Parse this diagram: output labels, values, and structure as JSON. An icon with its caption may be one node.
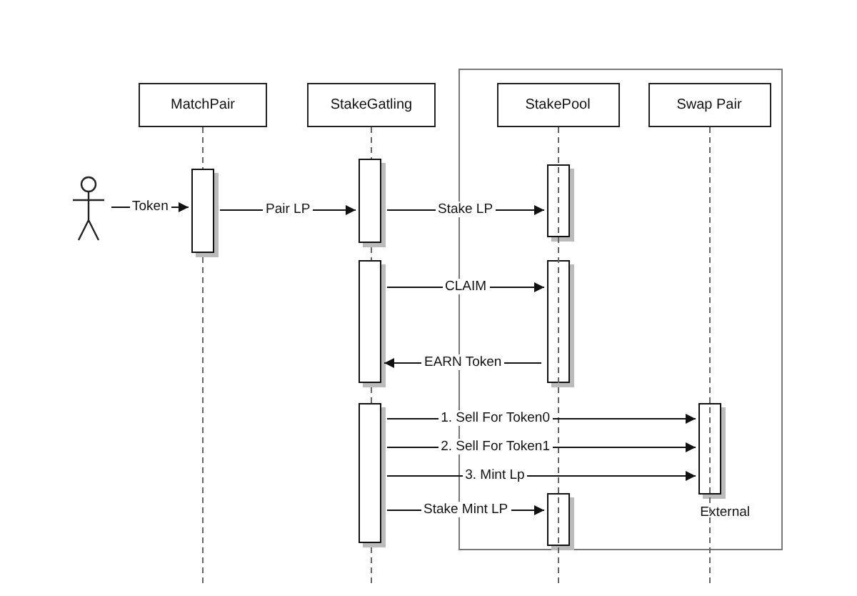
{
  "diagram": {
    "nodes": [
      {
        "text": [],
        "shape": "person"
      },
      {
        "text": [
          "MatchPair"
        ]
      },
      {
        "text": [
          "StakeGatling"
        ]
      },
      {
        "text": [
          "External"
        ]
      },
      {
        "text": [
          "StakePool"
        ],
        "in": 3
      },
      {
        "text": [
          "Swap Pair"
        ],
        "in": 3
      },
      {
        "text": [],
        "shape": "bar"
      },
      {
        "text": [],
        "shape": "bar"
      },
      {
        "text": [],
        "shape": "bar"
      },
      {
        "text": [],
        "shape": "bar"
      },
      {
        "text": [],
        "shape": "bar",
        "in": 3
      },
      {
        "text": [],
        "shape": "bar",
        "in": 3
      },
      {
        "text": [],
        "shape": "bar",
        "in": 3
      },
      {
        "text": [],
        "shape": "bar",
        "in": 3
      }
    ],
    "edges": [
      {
        "from": 0,
        "to": 6,
        "arrow": "to",
        "label": "Token"
      },
      {
        "from": 6,
        "to": 7,
        "arrow": "to",
        "label": "Pair LP"
      },
      {
        "from": 7,
        "to": 10,
        "arrow": "to",
        "label": "Stake LP"
      },
      {
        "from": 8,
        "to": 11,
        "arrow": "to",
        "label": "CLAIM"
      },
      {
        "from": 11,
        "to": 8,
        "arrow": "to",
        "label": "EARN Token"
      },
      {
        "from": 9,
        "to": 13,
        "arrow": "to",
        "label": "1. Sell For Token0"
      },
      {
        "from": 9,
        "to": 13,
        "arrow": "to",
        "label": "2. Sell For Token1"
      },
      {
        "from": 9,
        "to": 13,
        "arrow": "to",
        "label": "3. Mint Lp"
      },
      {
        "from": 9,
        "to": 12,
        "arrow": "to",
        "label": "Stake Mint LP"
      }
    ]
  }
}
